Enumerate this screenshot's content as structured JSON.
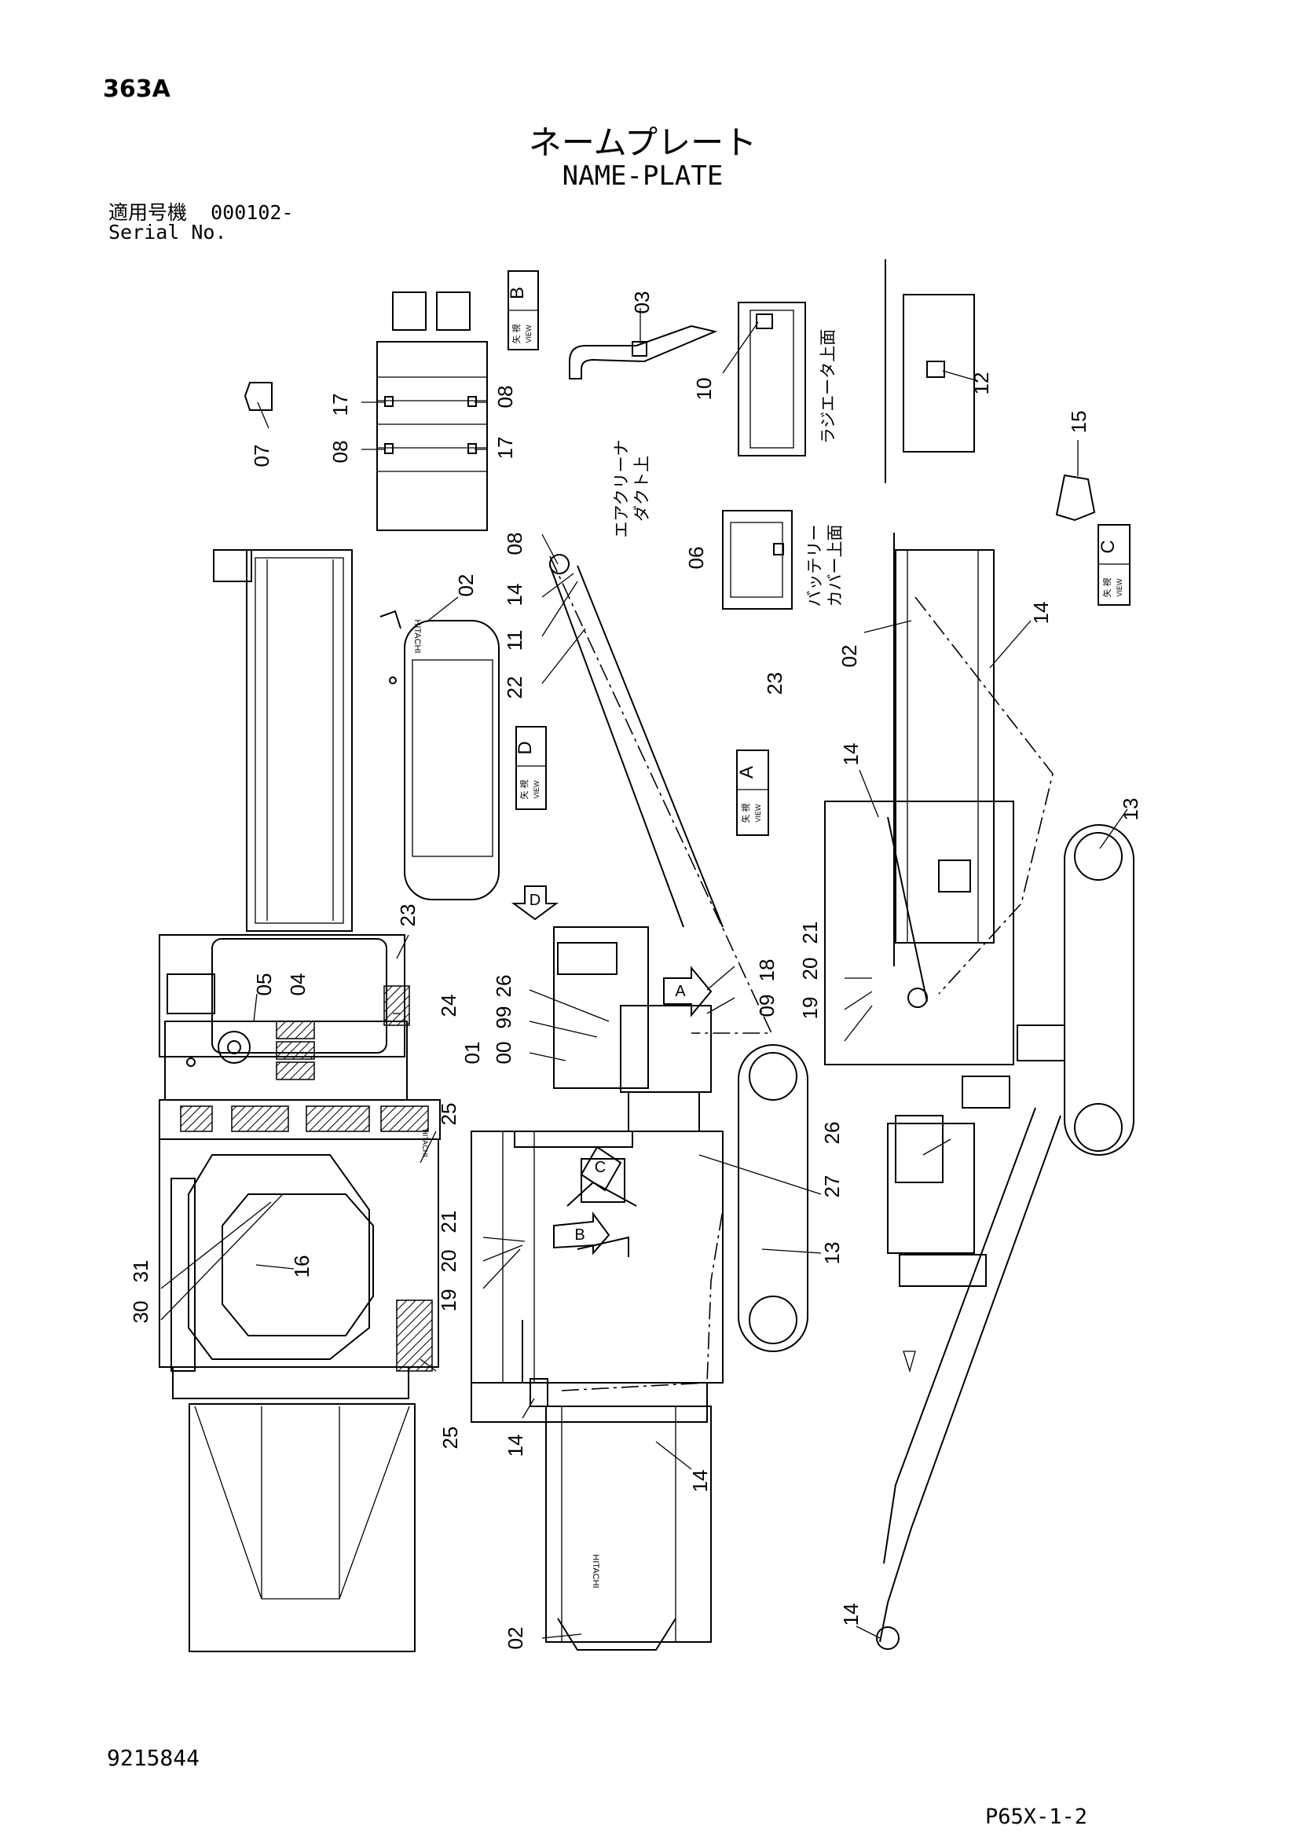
{
  "header": {
    "page_code": "363A",
    "title_jp": "ネームプレート",
    "title_en": "NAME-PLATE",
    "serial_jp": "適用号機",
    "serial_value": "000102-",
    "serial_en": "Serial No."
  },
  "footer": {
    "document_number": "9215844",
    "page_number": "P65X-1-2"
  },
  "views": [
    {
      "letter": "B",
      "kanji": "矢 視",
      "view": "VIEW"
    },
    {
      "letter": "D",
      "kanji": "矢 視",
      "view": "VIEW"
    },
    {
      "letter": "A",
      "kanji": "矢 視",
      "view": "VIEW"
    },
    {
      "letter": "C",
      "kanji": "矢 視",
      "view": "VIEW"
    }
  ],
  "arrow_views": [
    "D",
    "A",
    "C",
    "B"
  ],
  "notes": [
    {
      "line1": "エアクリーナ",
      "line2": "ダクト上"
    },
    {
      "line1": "ラジエータ上面",
      "line2": ""
    },
    {
      "line1": "バッテリー",
      "line2": "カバー上面"
    }
  ],
  "callouts": [
    "07",
    "17",
    "08",
    "08",
    "17",
    "03",
    "10",
    "12",
    "15",
    "02",
    "08",
    "14",
    "11",
    "22",
    "06",
    "02",
    "14",
    "23",
    "14",
    "13",
    "23",
    "05",
    "04",
    "24",
    "26",
    "99",
    "01",
    "00",
    "18",
    "09",
    "21",
    "20",
    "19",
    "25",
    "21",
    "20",
    "19",
    "27",
    "13",
    "26",
    "30",
    "31",
    "16",
    "25",
    "14",
    "14",
    "02",
    "14"
  ],
  "brand": [
    "HITACHI",
    "HITACHI",
    "HITACHI"
  ]
}
